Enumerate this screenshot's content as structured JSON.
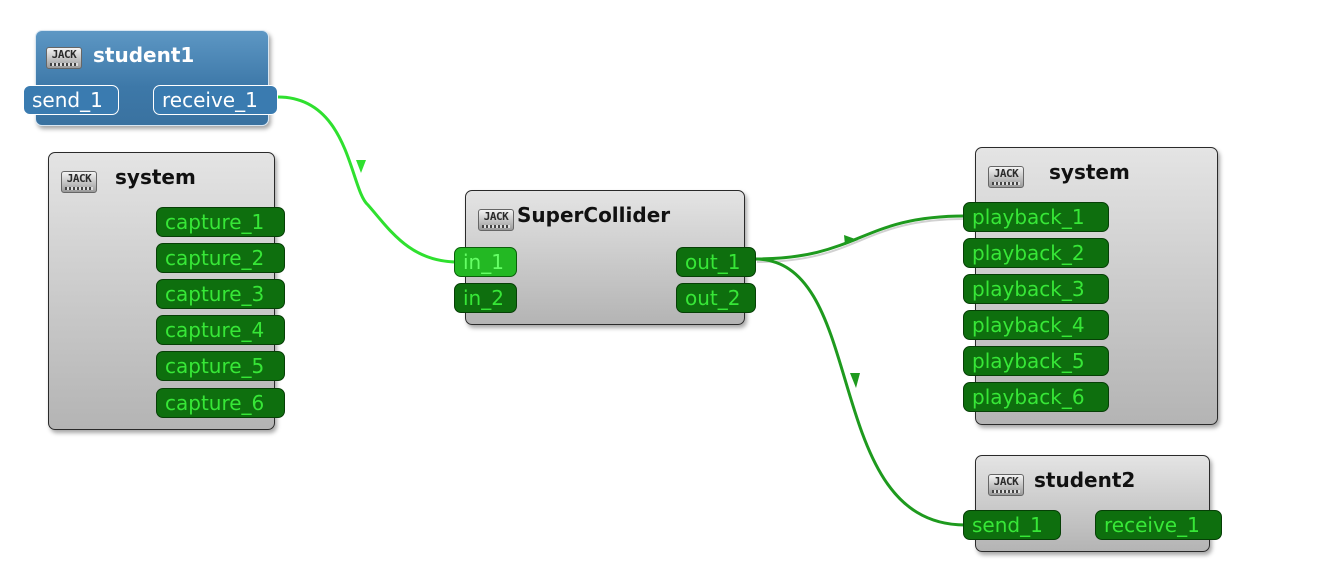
{
  "colors": {
    "wire_bright": "#2fe02f",
    "wire_dark": "#1e9a1e",
    "port_fill": "#0e6f0e",
    "port_text": "#37e737",
    "selected_node": "#3d78a8"
  },
  "nodes": {
    "student1": {
      "logo": "JACK",
      "title": "student1",
      "ports": [
        "send_1",
        "receive_1"
      ]
    },
    "system_capture": {
      "logo": "JACK",
      "title": "system",
      "ports": [
        "capture_1",
        "capture_2",
        "capture_3",
        "capture_4",
        "capture_5",
        "capture_6"
      ]
    },
    "supercollider": {
      "logo": "JACK",
      "title": "SuperCollider",
      "inputs": [
        "in_1",
        "in_2"
      ],
      "outputs": [
        "out_1",
        "out_2"
      ]
    },
    "system_playback": {
      "logo": "JACK",
      "title": "system",
      "ports": [
        "playback_1",
        "playback_2",
        "playback_3",
        "playback_4",
        "playback_5",
        "playback_6"
      ]
    },
    "student2": {
      "logo": "JACK",
      "title": "student2",
      "ports": [
        "send_1",
        "receive_1"
      ]
    }
  },
  "connections": [
    {
      "from": "student1:receive_1",
      "to": "SuperCollider:in_1"
    },
    {
      "from": "SuperCollider:out_1",
      "to": "system:playback_1"
    },
    {
      "from": "SuperCollider:out_1",
      "to": "student2:send_1"
    }
  ]
}
